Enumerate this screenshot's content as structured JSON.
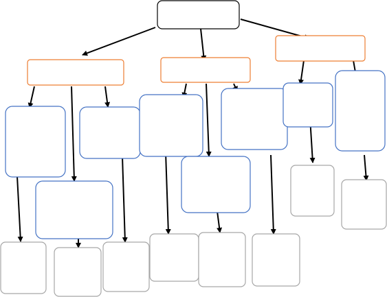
{
  "diagram": {
    "title": "",
    "colors": {
      "root_border": "#000000",
      "category_border": "#ed7d31",
      "item_border": "#4472c4",
      "leaf_border": "#a6a6a6",
      "arrow": "#000000",
      "background": "#ffffff"
    },
    "nodes": {
      "root": {
        "label": "",
        "kind": "root"
      },
      "category_left": {
        "label": "",
        "kind": "category"
      },
      "category_middle": {
        "label": "",
        "kind": "category"
      },
      "category_right": {
        "label": "",
        "kind": "category"
      },
      "item_1": {
        "label": "",
        "kind": "item"
      },
      "item_2": {
        "label": "",
        "kind": "item"
      },
      "item_3": {
        "label": "",
        "kind": "item"
      },
      "item_4": {
        "label": "",
        "kind": "item"
      },
      "item_5": {
        "label": "",
        "kind": "item"
      },
      "item_6": {
        "label": "",
        "kind": "item"
      },
      "item_7": {
        "label": "",
        "kind": "item"
      },
      "item_8": {
        "label": "",
        "kind": "item"
      },
      "leaf_1": {
        "label": "",
        "kind": "leaf"
      },
      "leaf_2": {
        "label": "",
        "kind": "leaf"
      },
      "leaf_3": {
        "label": "",
        "kind": "leaf"
      },
      "leaf_4": {
        "label": "",
        "kind": "leaf"
      },
      "leaf_5": {
        "label": "",
        "kind": "leaf"
      },
      "leaf_6": {
        "label": "",
        "kind": "leaf"
      },
      "leaf_7": {
        "label": "",
        "kind": "leaf"
      },
      "leaf_8": {
        "label": "",
        "kind": "leaf"
      }
    },
    "edges": [
      [
        "root",
        "category_left"
      ],
      [
        "root",
        "category_middle"
      ],
      [
        "root",
        "category_right"
      ],
      [
        "category_left",
        "item_1"
      ],
      [
        "category_left",
        "item_5"
      ],
      [
        "category_left",
        "item_2"
      ],
      [
        "category_middle",
        "item_3"
      ],
      [
        "category_middle",
        "item_6"
      ],
      [
        "category_middle",
        "item_4"
      ],
      [
        "category_right",
        "item_7"
      ],
      [
        "category_right",
        "item_8"
      ],
      [
        "item_1",
        "leaf_1"
      ],
      [
        "item_5",
        "leaf_2"
      ],
      [
        "item_2",
        "leaf_3"
      ],
      [
        "item_3",
        "leaf_4"
      ],
      [
        "item_6",
        "leaf_5"
      ],
      [
        "item_4",
        "leaf_6"
      ],
      [
        "item_7",
        "leaf_7"
      ],
      [
        "item_8",
        "leaf_8"
      ]
    ]
  }
}
